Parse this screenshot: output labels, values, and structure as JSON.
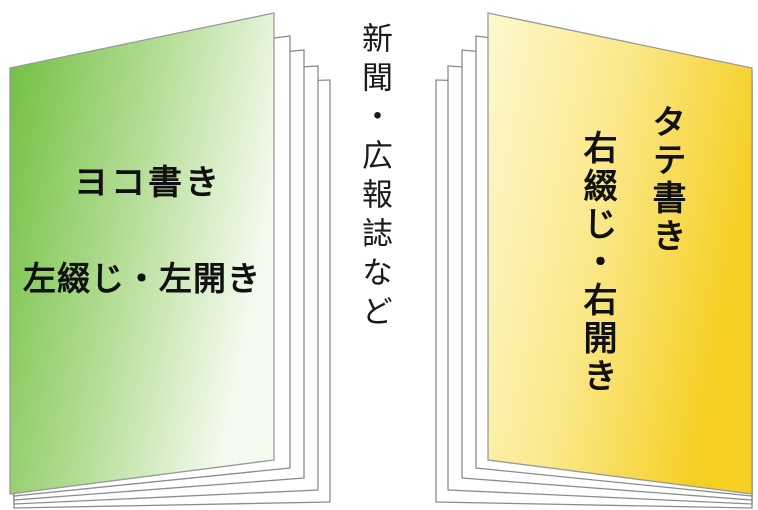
{
  "left_book": {
    "title": "ヨコ書き",
    "subtitle": "左綴じ・左開き",
    "cover_gradient": [
      "#6fbf3e",
      "#f4faee"
    ]
  },
  "right_book": {
    "title": "タテ書き",
    "subtitle": "右綴じ・右開き",
    "cover_gradient": [
      "#f7d631",
      "#fdf8cf"
    ]
  },
  "center_note": "新聞・広報誌など",
  "colors": {
    "page_stroke": "#8c8c8c",
    "cover_stroke": "#9a9a9a",
    "text": "#111111"
  }
}
